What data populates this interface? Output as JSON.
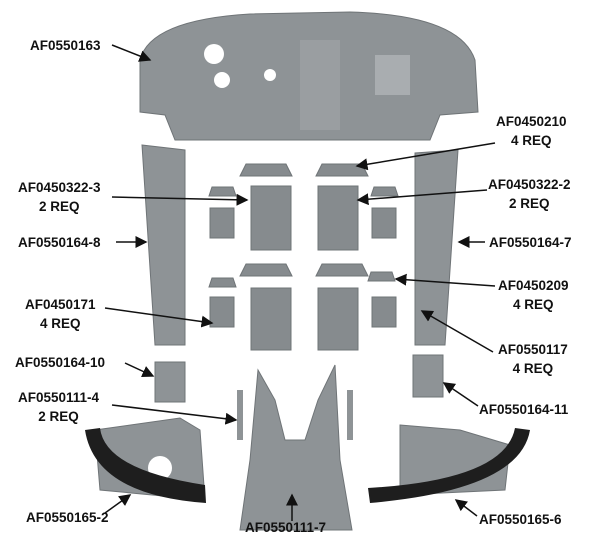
{
  "colors": {
    "part": "#8e9396",
    "part_dark": "#6f7477",
    "part_light": "#a9adb0",
    "molding": "#1e1e1e",
    "rivet": "#d8c9a8",
    "text": "#111111"
  },
  "labels": {
    "af0550163": {
      "part": "AF0550163"
    },
    "af0450210": {
      "part": "AF0450210",
      "qty": "4 REQ"
    },
    "af0450322_3": {
      "part": "AF0450322-3",
      "qty": "2 REQ"
    },
    "af0450322_2": {
      "part": "AF0450322-2",
      "qty": "2 REQ"
    },
    "af0550164_8": {
      "part": "AF0550164-8"
    },
    "af0550164_7": {
      "part": "AF0550164-7"
    },
    "af0450209": {
      "part": "AF0450209",
      "qty": "4 REQ"
    },
    "af0450171": {
      "part": "AF0450171",
      "qty": "4 REQ"
    },
    "af0550117": {
      "part": "AF0550117",
      "qty": "4 REQ"
    },
    "af0550164_10": {
      "part": "AF0550164-10"
    },
    "af0550111_4": {
      "part": "AF0550111-4",
      "qty": "2 REQ"
    },
    "af0550164_11": {
      "part": "AF0550164-11"
    },
    "af0550165_2": {
      "part": "AF0550165-2"
    },
    "af0550111_7": {
      "part": "AF0550111-7"
    },
    "af0550165_6": {
      "part": "AF0550165-6"
    }
  }
}
